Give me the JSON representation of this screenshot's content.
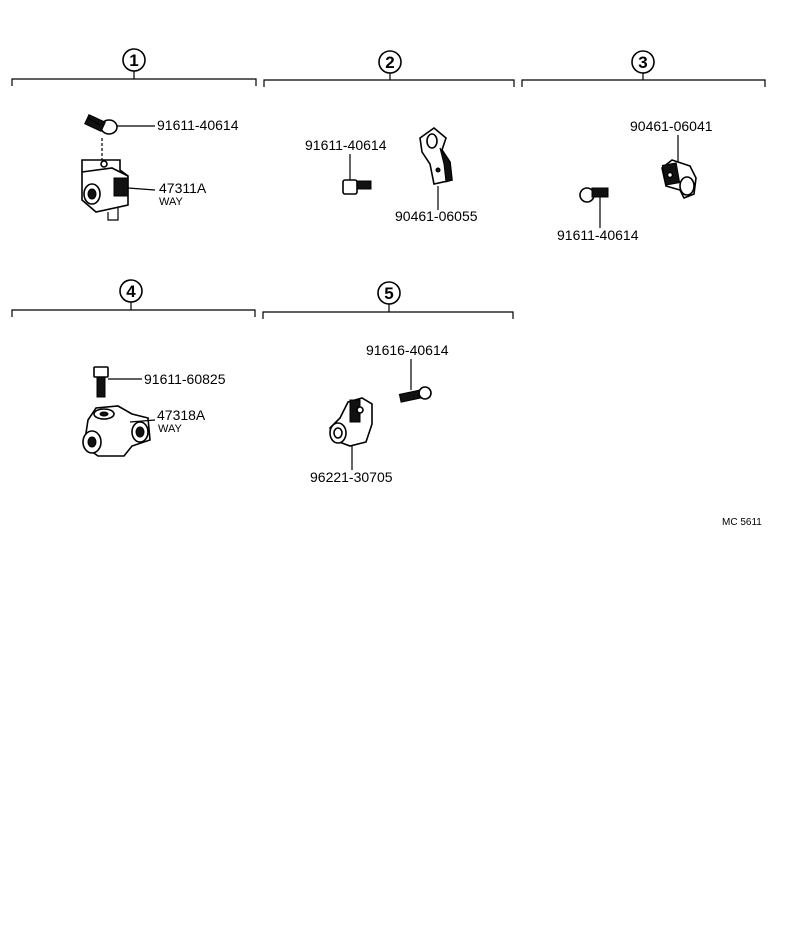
{
  "groups": [
    {
      "number": "1",
      "parts": [
        {
          "part_no": "91611-40614"
        },
        {
          "part_no": "47311A",
          "sub": "WAY"
        }
      ]
    },
    {
      "number": "2",
      "parts": [
        {
          "part_no": "91611-40614"
        },
        {
          "part_no": "90461-06055"
        }
      ]
    },
    {
      "number": "3",
      "parts": [
        {
          "part_no": "90461-06041"
        },
        {
          "part_no": "91611-40614"
        }
      ]
    },
    {
      "number": "4",
      "parts": [
        {
          "part_no": "91611-60825"
        },
        {
          "part_no": "47318A",
          "sub": "WAY"
        }
      ]
    },
    {
      "number": "5",
      "parts": [
        {
          "part_no": "91616-40614"
        },
        {
          "part_no": "96221-30705"
        }
      ]
    }
  ],
  "figure_code": "MC 5611"
}
